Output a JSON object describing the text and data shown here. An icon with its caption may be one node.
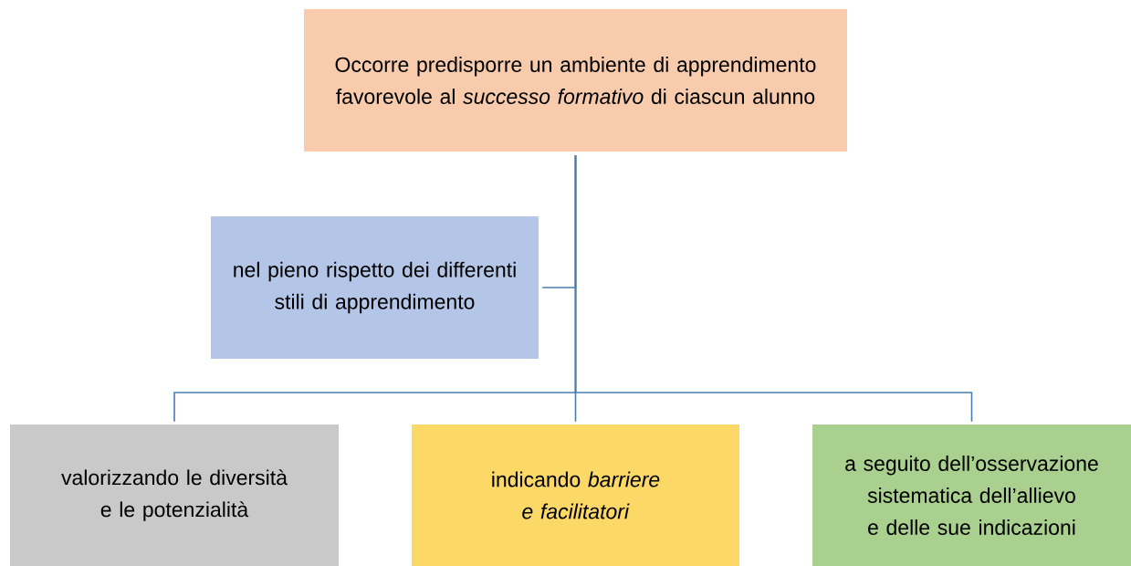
{
  "diagram": {
    "nodes": [
      {
        "text": [
          "Occorre predisporre un ambiente di apprendimento favorevole al *successo formativo* di ciascun alunno"
        ]
      },
      {
        "text": [
          "nel pieno rispetto dei differenti stili di apprendimento"
        ]
      },
      {
        "text": [
          "valorizzando le diversità e le potenzialità"
        ]
      },
      {
        "text": [
          "indicando *barriere e facilitatori*"
        ]
      },
      {
        "text": [
          "a seguito dell’osservazione sistematica dell’allievo e delle sue indicazioni"
        ]
      }
    ],
    "edges": [
      {
        "from": 0,
        "to": 1,
        "arrow": "none"
      },
      {
        "from": 0,
        "to": 2,
        "arrow": "none"
      },
      {
        "from": 0,
        "to": 3,
        "arrow": "none"
      },
      {
        "from": 0,
        "to": 4,
        "arrow": "none"
      }
    ]
  }
}
